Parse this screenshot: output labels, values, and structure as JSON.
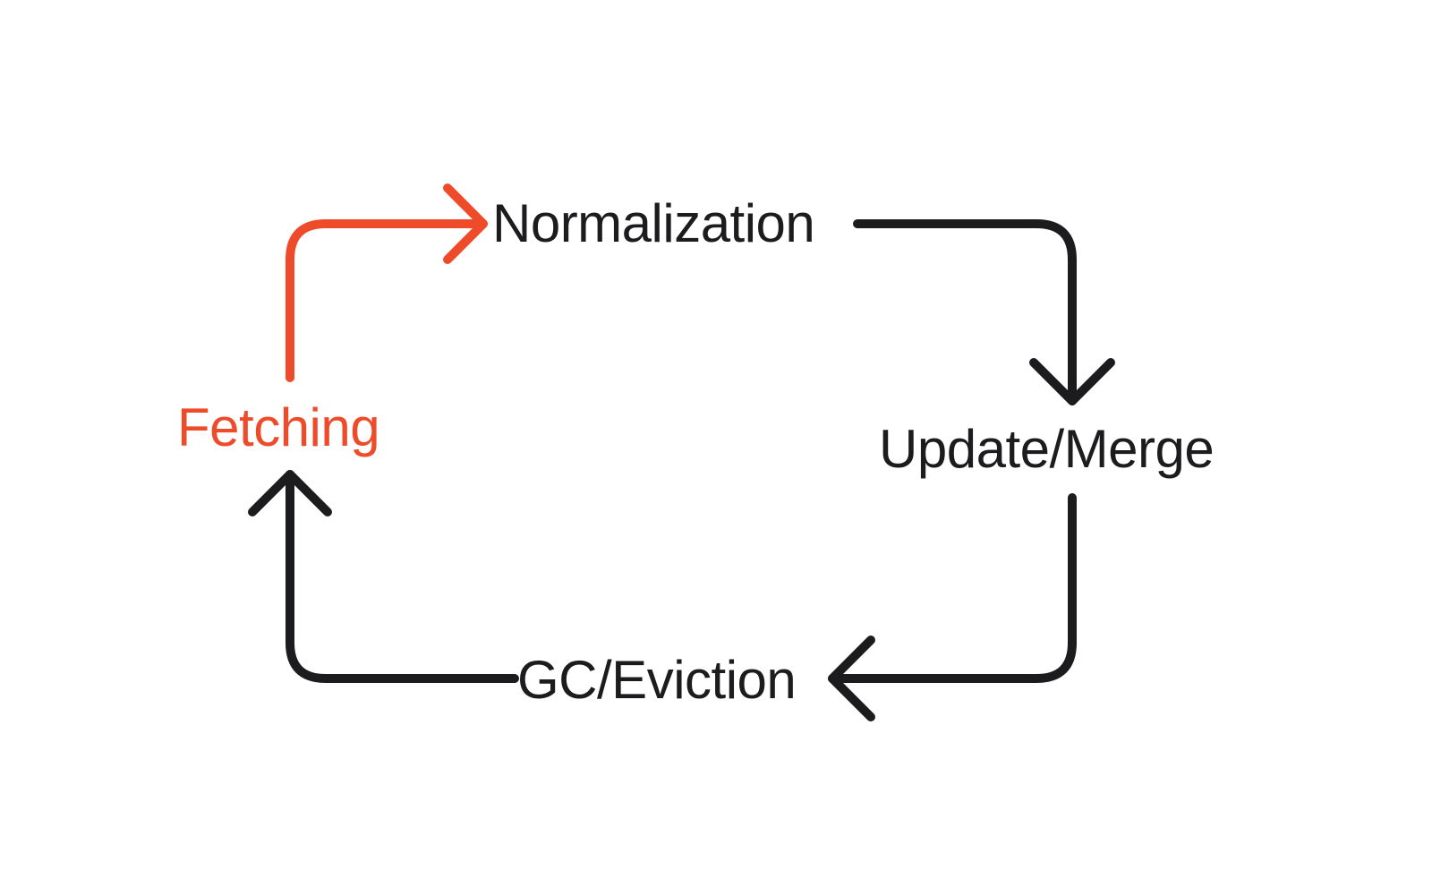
{
  "diagram": {
    "colors": {
      "accent": "#ee4b2b",
      "default": "#1c1c1e",
      "background": "#ffffff"
    },
    "nodes": [
      {
        "id": "normalization",
        "label": "Normalization",
        "highlighted": false
      },
      {
        "id": "update-merge",
        "label": "Update/Merge",
        "highlighted": false
      },
      {
        "id": "gc-eviction",
        "label": "GC/Eviction",
        "highlighted": false
      },
      {
        "id": "fetching",
        "label": "Fetching",
        "highlighted": true
      }
    ],
    "edges": [
      {
        "from": "fetching",
        "to": "normalization",
        "highlighted": true
      },
      {
        "from": "normalization",
        "to": "update-merge",
        "highlighted": false
      },
      {
        "from": "update-merge",
        "to": "gc-eviction",
        "highlighted": false
      },
      {
        "from": "gc-eviction",
        "to": "fetching",
        "highlighted": false
      }
    ]
  }
}
